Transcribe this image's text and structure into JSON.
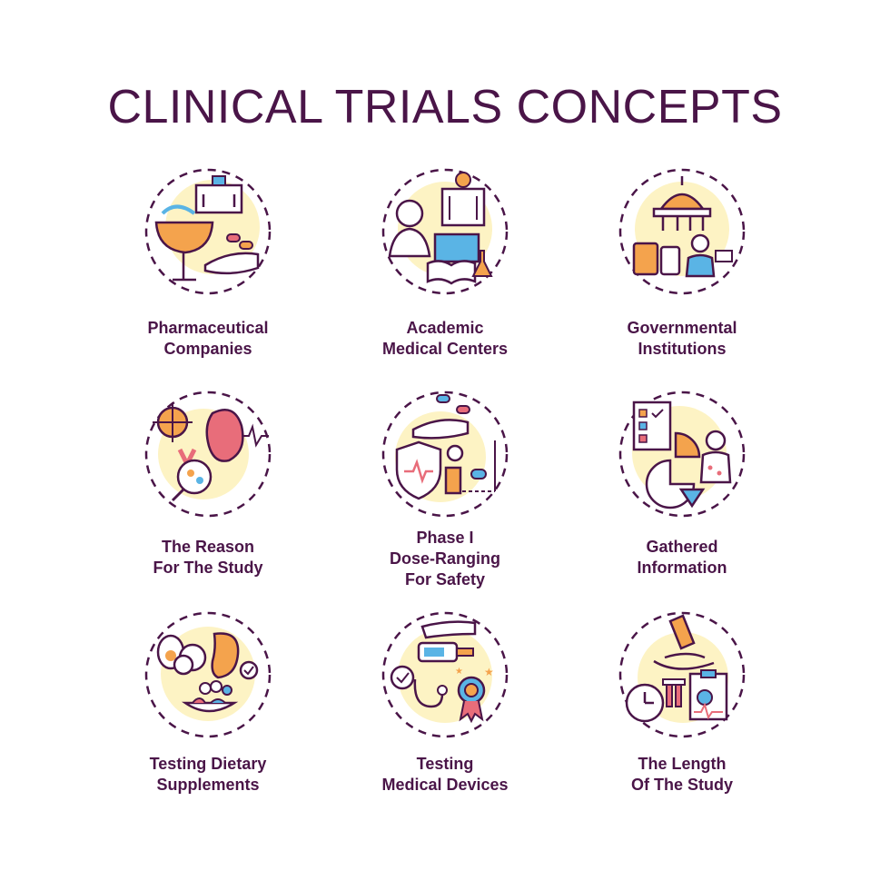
{
  "title": "CLINICAL TRIALS CONCEPTS",
  "colors": {
    "outline": "#4a1548",
    "blob": "#fdf3c4",
    "accent_orange": "#f4a34d",
    "accent_blue": "#5ab4e5",
    "accent_red": "#e86d7a"
  },
  "concepts": [
    {
      "icon": "pharmaceutical-companies-icon",
      "lines": [
        "Pharmaceutical",
        "Companies"
      ]
    },
    {
      "icon": "academic-medical-centers-icon",
      "lines": [
        "Academic",
        "Medical Centers"
      ]
    },
    {
      "icon": "governmental-institutions-icon",
      "lines": [
        "Governmental",
        "Institutions"
      ]
    },
    {
      "icon": "reason-for-study-icon",
      "lines": [
        "The Reason",
        "For The Study"
      ]
    },
    {
      "icon": "dose-ranging-icon",
      "lines": [
        "Phase I",
        "Dose-Ranging",
        "For Safety"
      ]
    },
    {
      "icon": "gathered-information-icon",
      "lines": [
        "Gathered",
        "Information"
      ]
    },
    {
      "icon": "dietary-supplements-icon",
      "lines": [
        "Testing Dietary",
        "Supplements"
      ]
    },
    {
      "icon": "medical-devices-icon",
      "lines": [
        "Testing",
        "Medical Devices"
      ]
    },
    {
      "icon": "length-of-study-icon",
      "lines": [
        "The Length",
        "Of The Study"
      ]
    }
  ]
}
